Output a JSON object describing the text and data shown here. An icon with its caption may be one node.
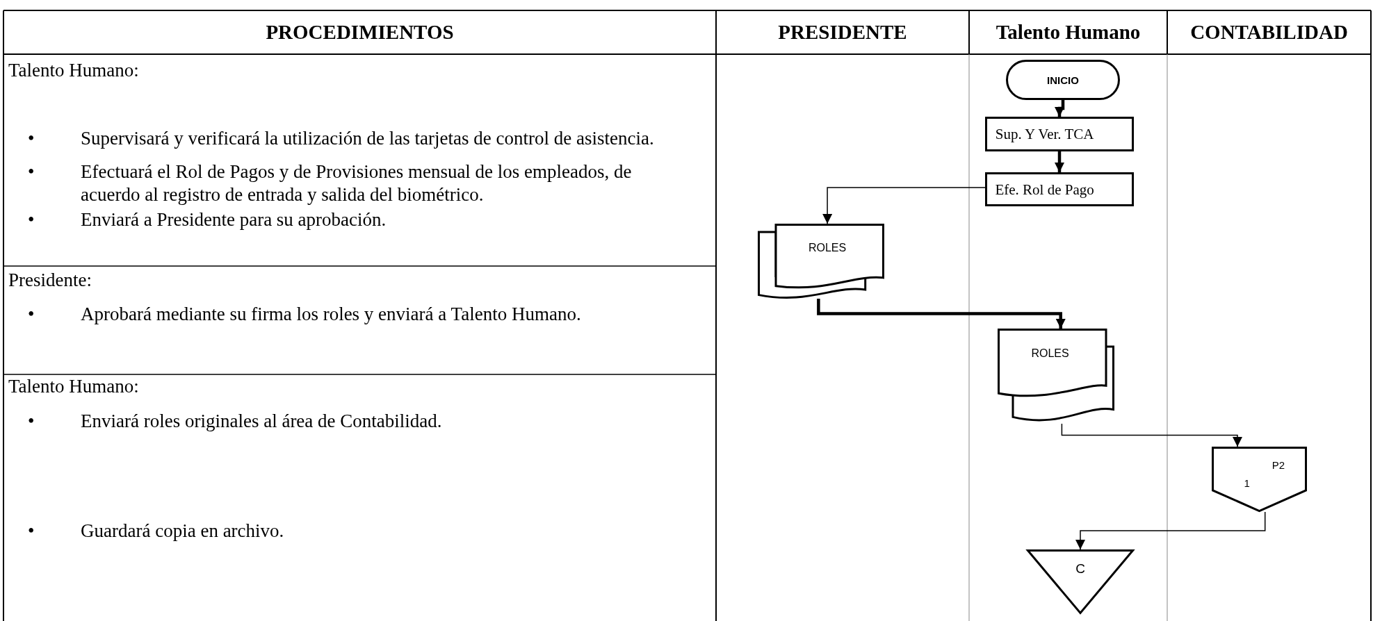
{
  "diagram": {
    "nodes": [
      {
        "text": [
          "PRESIDENTE"
        ]
      },
      {
        "text": [
          "Talento Humano"
        ]
      },
      {
        "text": [
          "CONTABILIDAD"
        ]
      },
      {
        "text": [
          "INICIO"
        ],
        "in": 1
      },
      {
        "text": [
          "Sup. Y Ver. TCA"
        ],
        "in": 1
      },
      {
        "text": [
          "Efe. Rol de Pago"
        ],
        "in": 1
      },
      {
        "text": [
          "ROLES"
        ],
        "in": 0
      },
      {
        "text": [
          "ROLES"
        ],
        "in": 1
      },
      {
        "text": [
          "P2",
          "1"
        ],
        "in": 2
      },
      {
        "text": [
          "C"
        ],
        "in": 1
      }
    ],
    "edges": [
      {
        "from": 3,
        "to": 4,
        "arrow": "to",
        "style": "thick"
      },
      {
        "from": 4,
        "to": 5,
        "arrow": "to",
        "style": "thick"
      },
      {
        "from": 5,
        "to": 6,
        "arrow": "to"
      },
      {
        "from": 6,
        "to": 7,
        "arrow": "to",
        "style": "thick"
      },
      {
        "from": 7,
        "to": 8,
        "arrow": "to"
      },
      {
        "from": 8,
        "to": 9,
        "arrow": "to"
      }
    ],
    "labels": [
      "PROCEDIMIENTOS",
      "Talento Humano:",
      "•",
      "Supervisará y verificará la utilización de las tarjetas de control de asistencia.",
      "•",
      "Efectuará el Rol de Pagos y de Provisiones mensual de los empleados, de acuerdo al registro de entrada y salida del biométrico.",
      "•",
      "Enviará a Presidente para su aprobación.",
      "Presidente:",
      "•",
      "Aprobará mediante su firma los roles y enviará a Talento Humano.",
      "Talento Humano:",
      "•",
      "Enviará roles originales al área de Contabilidad.",
      "•",
      "Guardará copia en archivo."
    ]
  }
}
